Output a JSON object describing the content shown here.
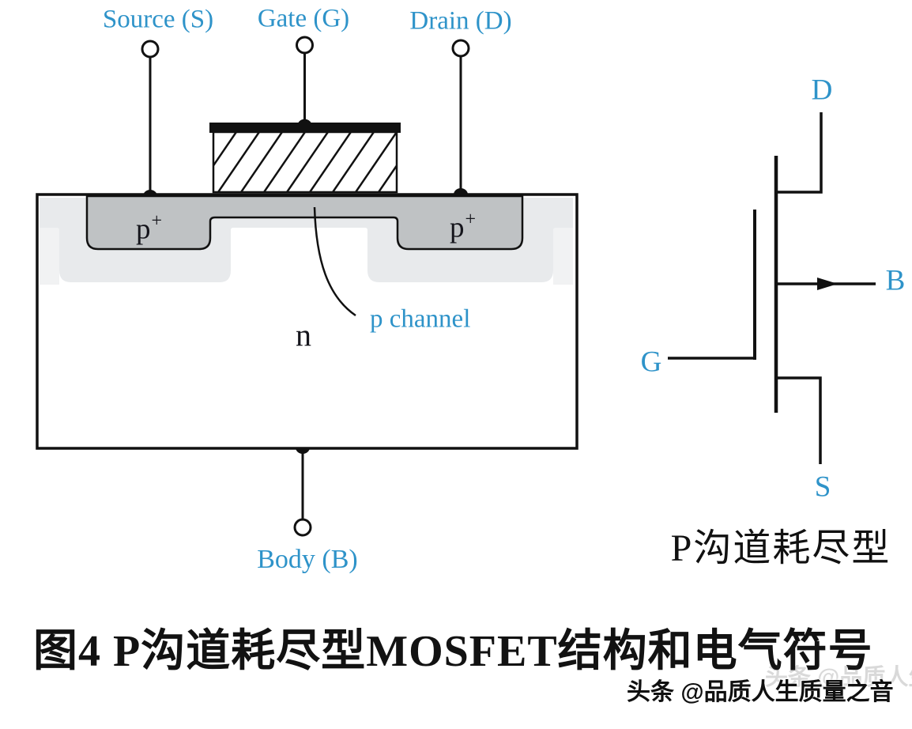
{
  "figure": {
    "structure": {
      "terminals": {
        "source": "Source (S)",
        "gate": "Gate (G)",
        "drain": "Drain (D)",
        "body": "Body (B)"
      },
      "regions": {
        "p_plus_base": "p",
        "p_plus_sup": "+",
        "substrate": "n",
        "channel": "p channel"
      }
    },
    "symbol": {
      "terminals": {
        "drain": "D",
        "body": "B",
        "gate": "G",
        "source": "S"
      },
      "type_label": "P沟道耗尽型"
    },
    "caption": "图4 P沟道耗尽型MOSFET结构和电气符号",
    "watermark": "头条 @品质人生质量之音",
    "colors": {
      "accent": "#2e93c9",
      "p_region_fill": "#bfc2c4",
      "depletion_fill": "#e8eaec",
      "depletion_outer_fill": "#f1f2f3",
      "line": "#111111"
    }
  }
}
